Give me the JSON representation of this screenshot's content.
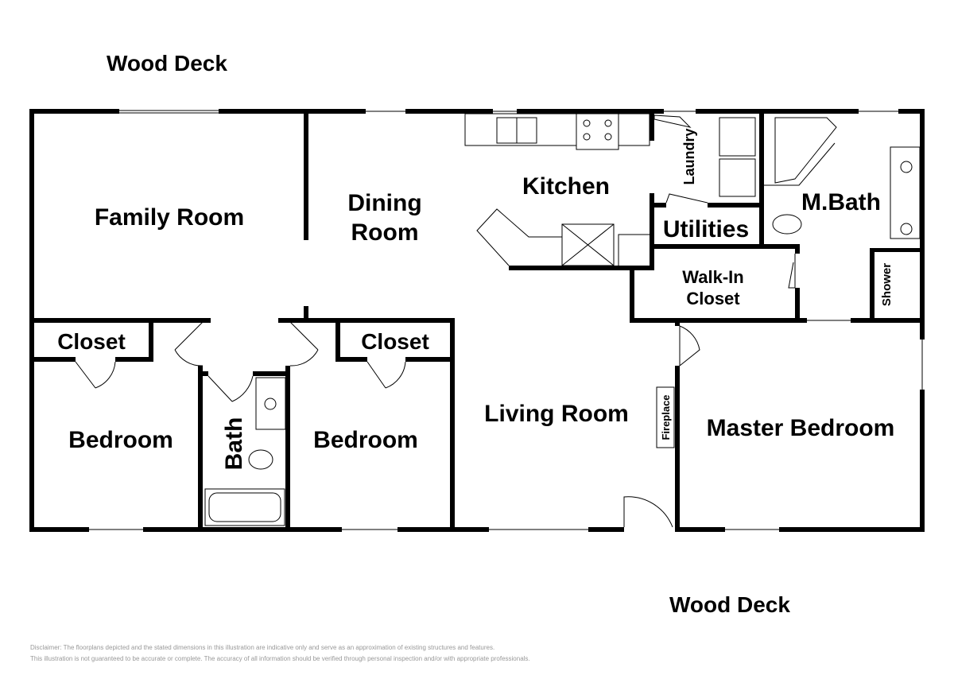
{
  "labels": {
    "wood_deck_top": "Wood Deck",
    "wood_deck_bottom": "Wood Deck",
    "family_room": "Family Room",
    "dining_1": "Dining",
    "dining_2": "Room",
    "kitchen": "Kitchen",
    "laundry": "Laundry",
    "utilities": "Utilities",
    "m_bath": "M.Bath",
    "walkin_1": "Walk-In",
    "walkin_2": "Closet",
    "shower": "Shower",
    "closet_left": "Closet",
    "closet_right": "Closet",
    "bedroom_left": "Bedroom",
    "bath": "Bath",
    "bedroom_right": "Bedroom",
    "living_room": "Living Room",
    "fireplace": "Fireplace",
    "master_bedroom": "Master Bedroom"
  },
  "disclaimer": {
    "line1": "Disclaimer: The floorplans depicted and the stated dimensions in this illustration are indicative only and serve as an approximation of existing structures and features.",
    "line2": "This illustration is not guaranteed to be accurate or complete. The accuracy of all information should be verified through personal inspection and/or with appropriate professionals."
  }
}
